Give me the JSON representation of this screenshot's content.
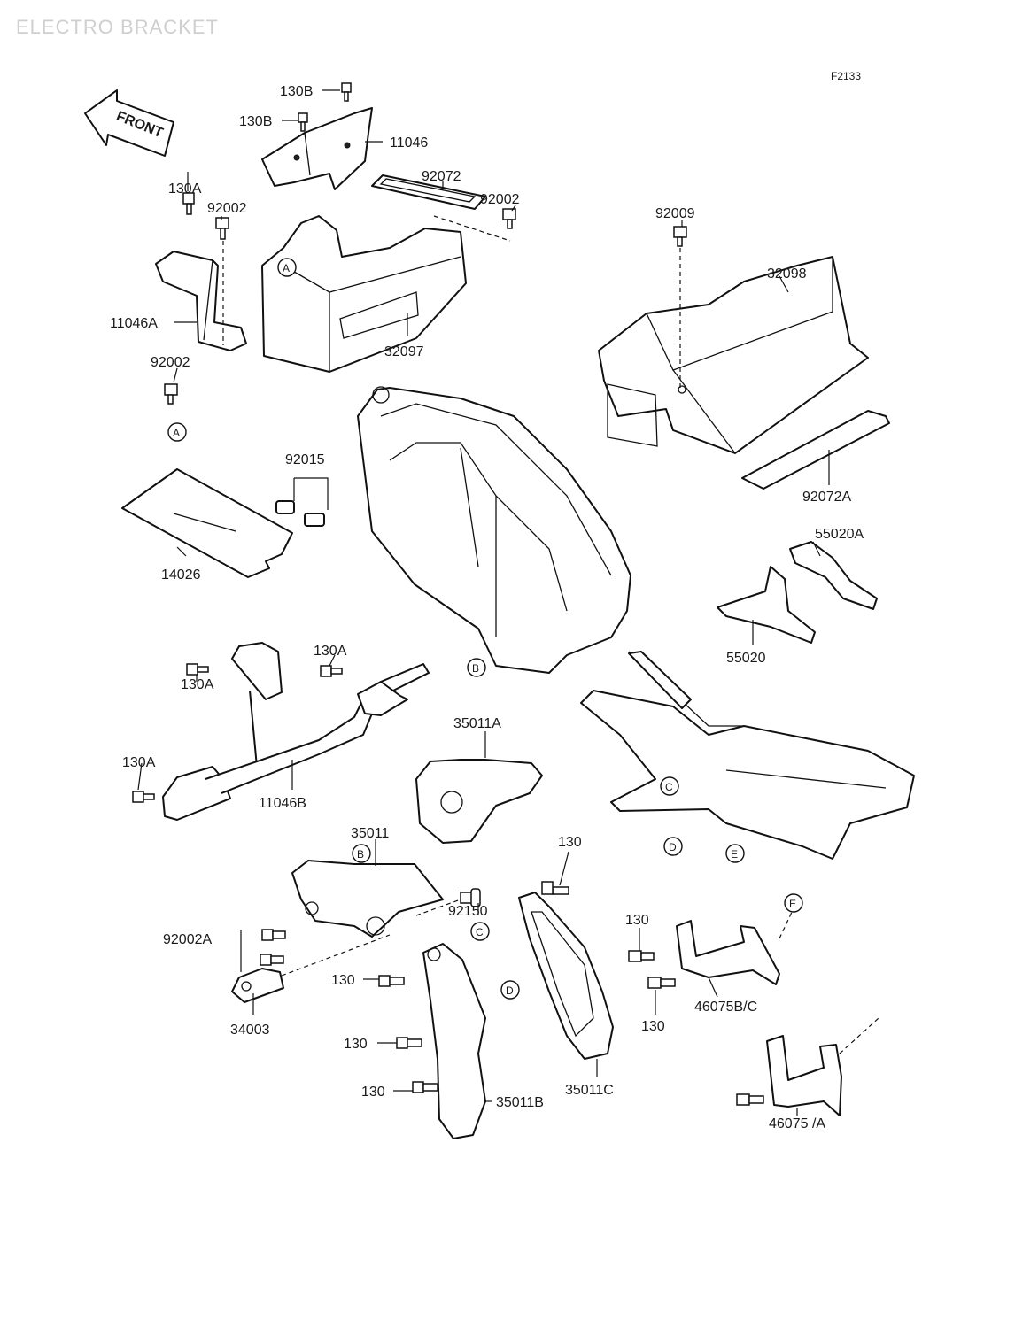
{
  "watermark": "ELECTRO BRACKET",
  "figure_code": "F2133",
  "front_arrow_label": "FRONT",
  "callout_letters": [
    "A",
    "B",
    "C",
    "D",
    "E"
  ],
  "part_labels": {
    "p130B_top": "130B",
    "p130B_second": "130B",
    "p11046": "11046",
    "p92072": "92072",
    "p92002_right": "92002",
    "p130A_top": "130A",
    "p92002_top": "92002",
    "p11046A": "11046A",
    "p92002_lower": "92002",
    "p32097": "32097",
    "p92009": "92009",
    "p32098": "32098",
    "p92072A": "92072A",
    "p92015": "92015",
    "p14026": "14026",
    "p55020A": "55020A",
    "p55020": "55020",
    "p130A_mid": "130A",
    "p130A_left": "130A",
    "p130A_low": "130A",
    "p11046B": "11046B",
    "p35011A": "35011A",
    "p35011": "35011",
    "p130_center": "130",
    "p92150": "92150",
    "p92002A": "92002A",
    "p34003": "34003",
    "p130_c1": "130",
    "p130_c2": "130",
    "p130_c3": "130",
    "p35011B": "35011B",
    "p35011C": "35011C",
    "p130_r1": "130",
    "p130_r2": "130",
    "p46075BC": "46075B/C",
    "p46075A": "46075 /A"
  }
}
